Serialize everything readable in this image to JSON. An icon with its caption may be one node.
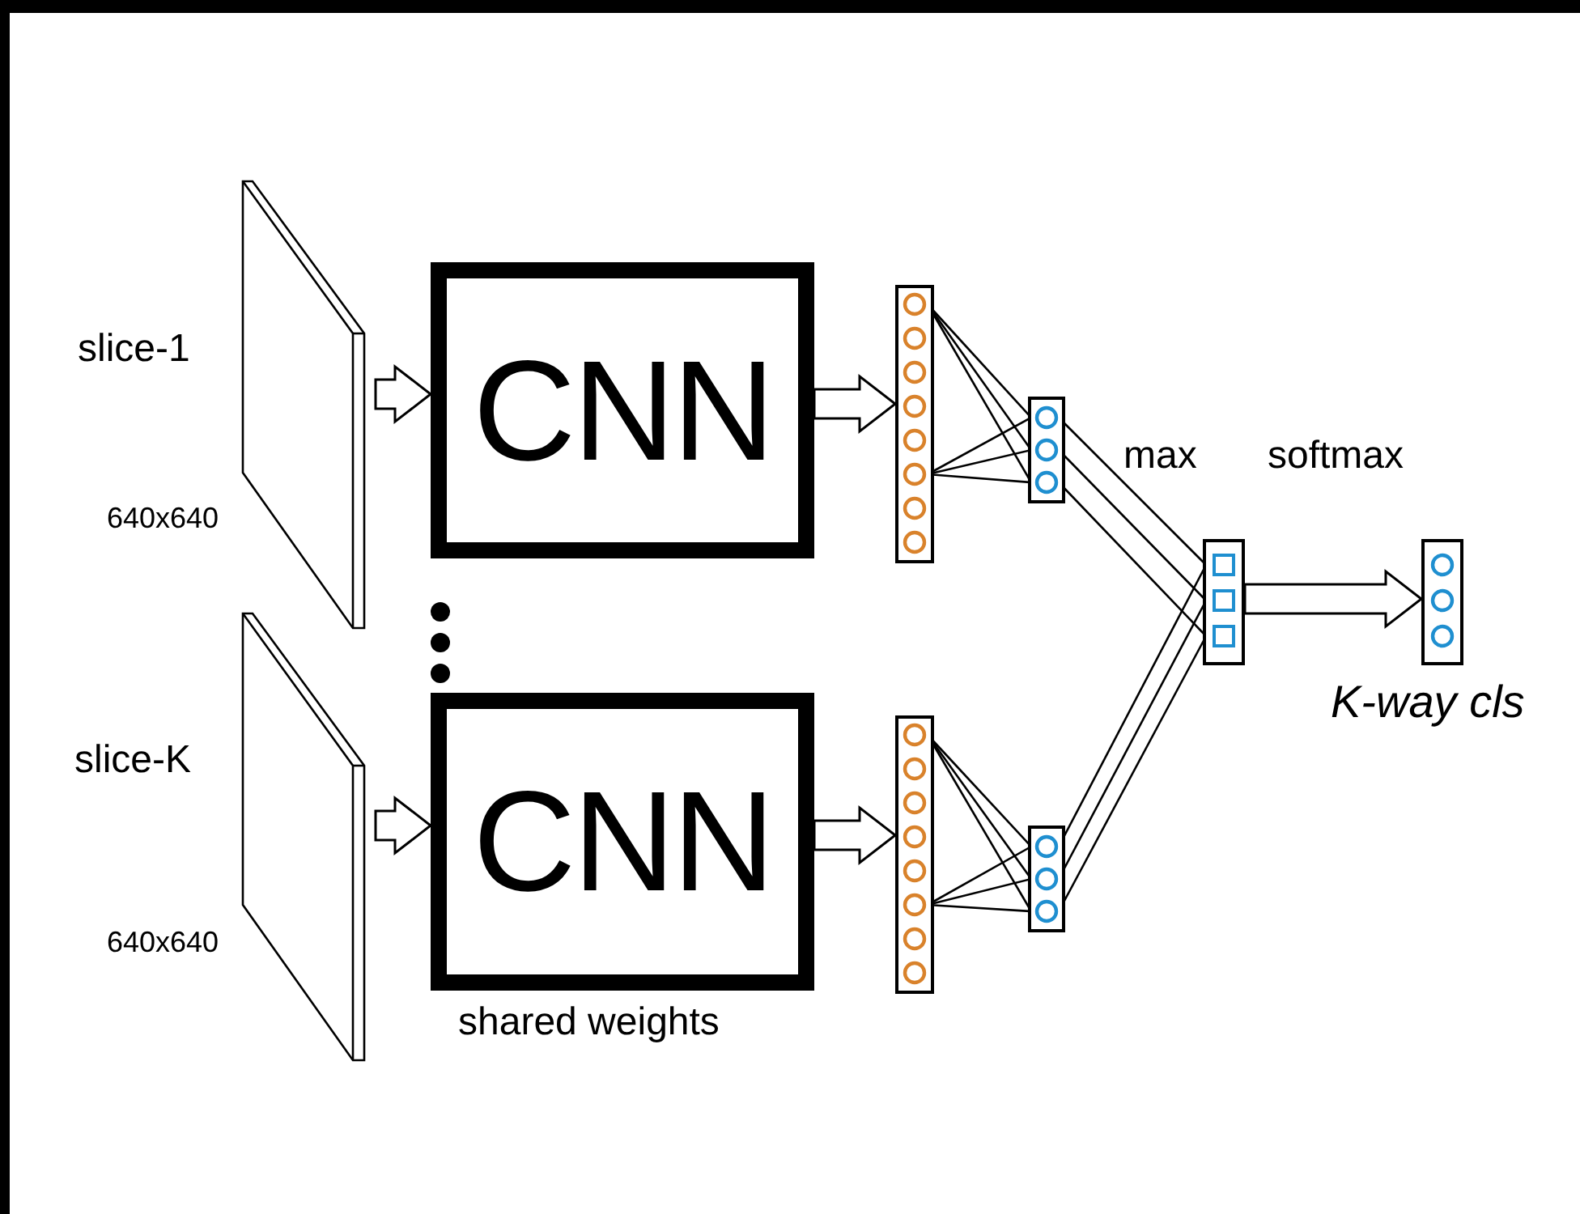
{
  "diagram": {
    "nodes": [
      {
        "text": [],
        "shape": "picture",
        "beside": [
          "slice-1",
          "640x640"
        ]
      },
      {
        "text": [
          "CNN"
        ]
      },
      {
        "text": [],
        "shape": "bar"
      },
      {
        "text": [],
        "shape": "bar"
      },
      {
        "text": [],
        "shape": "picture",
        "beside": [
          "slice-K",
          "640x640"
        ]
      },
      {
        "text": [
          "CNN"
        ],
        "beside": [
          "shared weights"
        ]
      },
      {
        "text": [],
        "shape": "bar"
      },
      {
        "text": [],
        "shape": "bar"
      },
      {
        "text": [],
        "shape": "bar",
        "beside": [
          "max"
        ]
      },
      {
        "text": [],
        "shape": "bar",
        "beside": [
          "softmax",
          "K-way cls"
        ]
      }
    ],
    "edges": [
      {
        "from": 0,
        "to": 1,
        "arrow": "to",
        "style": "thick"
      },
      {
        "from": 1,
        "to": 2,
        "arrow": "to",
        "style": "thick"
      },
      {
        "from": 2,
        "to": 3,
        "arrow": "none"
      },
      {
        "from": 2,
        "to": 3,
        "arrow": "none"
      },
      {
        "from": 2,
        "to": 3,
        "arrow": "none"
      },
      {
        "from": 2,
        "to": 3,
        "arrow": "none"
      },
      {
        "from": 2,
        "to": 3,
        "arrow": "none"
      },
      {
        "from": 2,
        "to": 3,
        "arrow": "none"
      },
      {
        "from": 3,
        "to": 8,
        "arrow": "none"
      },
      {
        "from": 3,
        "to": 8,
        "arrow": "none"
      },
      {
        "from": 3,
        "to": 8,
        "arrow": "none"
      },
      {
        "from": 4,
        "to": 5,
        "arrow": "to",
        "style": "thick"
      },
      {
        "from": 5,
        "to": 6,
        "arrow": "to",
        "style": "thick"
      },
      {
        "from": 6,
        "to": 7,
        "arrow": "none"
      },
      {
        "from": 6,
        "to": 7,
        "arrow": "none"
      },
      {
        "from": 6,
        "to": 7,
        "arrow": "none"
      },
      {
        "from": 6,
        "to": 7,
        "arrow": "none"
      },
      {
        "from": 6,
        "to": 7,
        "arrow": "none"
      },
      {
        "from": 6,
        "to": 7,
        "arrow": "none"
      },
      {
        "from": 7,
        "to": 8,
        "arrow": "none"
      },
      {
        "from": 7,
        "to": 8,
        "arrow": "none"
      },
      {
        "from": 7,
        "to": 8,
        "arrow": "none"
      },
      {
        "from": 8,
        "to": 9,
        "arrow": "to",
        "style": "thick"
      }
    ]
  }
}
